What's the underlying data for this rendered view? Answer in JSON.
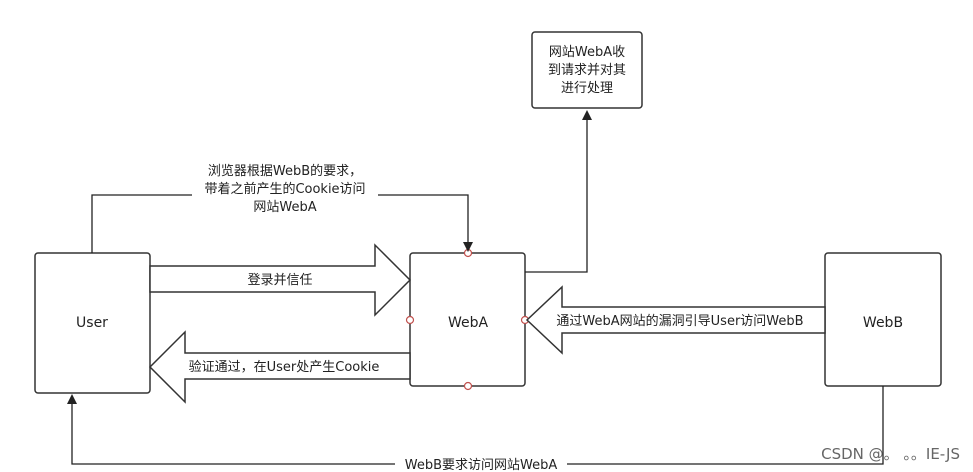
{
  "nodes": {
    "user": "User",
    "weba": "WebA",
    "webb": "WebB",
    "process": [
      "网站WebA收",
      "到请求并对其",
      "进行处理"
    ]
  },
  "edges": {
    "login": "登录并信任",
    "verify": "验证通过，在User处产生Cookie",
    "browser_visit": [
      "浏览器根据WebB的要求，",
      "带着之前产生的Cookie访问",
      "网站WebA"
    ],
    "guide": "通过WebA网站的漏洞引导User访问WebB",
    "webb_request": "WebB要求访问网站WebA"
  },
  "watermark": "CSDN @。 。。IE-JS"
}
